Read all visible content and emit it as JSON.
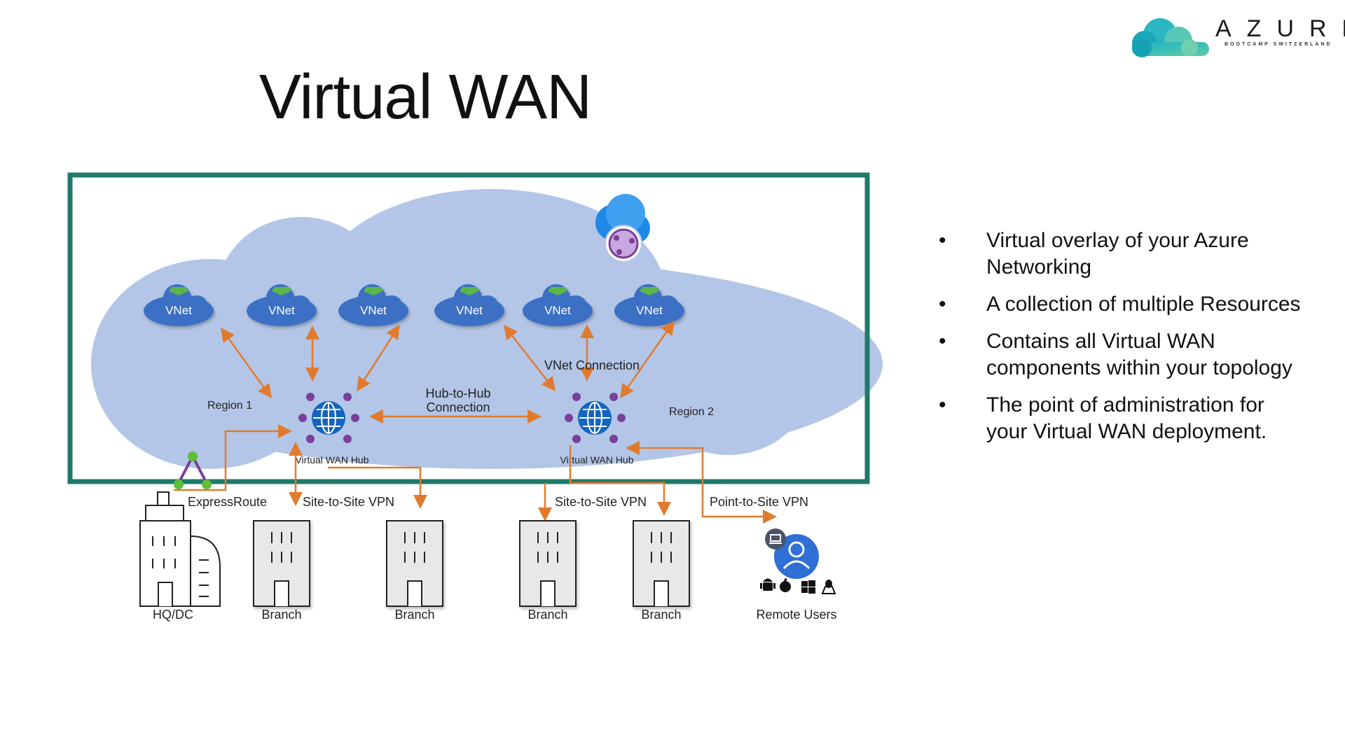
{
  "slide": {
    "title": "Virtual WAN",
    "logo": {
      "word": "AZURE",
      "subtitle": "BOOTCAMP SWITZERLAND"
    },
    "bullets": [
      "Virtual overlay of your Azure Networking",
      "A collection of multiple Resources",
      "Contains all Virtual WAN components within your topology",
      "The point of administration for your Virtual WAN deployment."
    ],
    "bullet_symbol": "•"
  },
  "diagram": {
    "vnet_label": "VNet",
    "region1": "Region 1",
    "region2": "Region 2",
    "hub_label": "Virtual WAN Hub",
    "hub_to_hub": [
      "Hub-to-Hub",
      "Connection"
    ],
    "vnet_connection": "VNet Connection",
    "expressroute": "ExpressRoute",
    "s2s_vpn": "Site-to-Site VPN",
    "p2s_vpn": "Point-to-Site VPN",
    "hq": "HQ/DC",
    "branch": "Branch",
    "remote_users": "Remote Users",
    "colors": {
      "frame": "#1f7a6a",
      "cloud": "#b3c6e7",
      "vnet": "#3b6fc4",
      "arrow": "#e07b2e",
      "hub": "#7a3f98"
    }
  }
}
